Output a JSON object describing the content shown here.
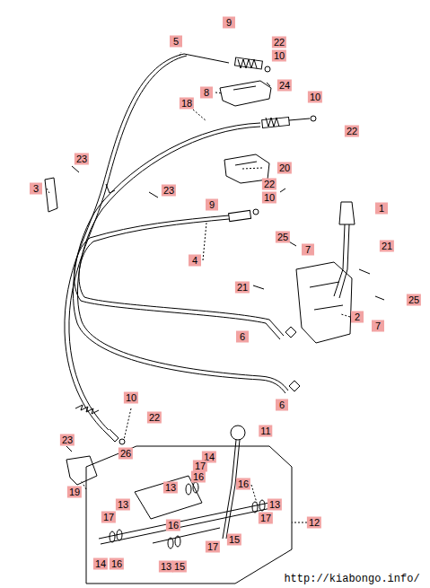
{
  "diagram": {
    "labels": [
      "9",
      "22",
      "5",
      "10",
      "8",
      "24",
      "10",
      "18",
      "22",
      "23",
      "20",
      "3",
      "23",
      "22",
      "9",
      "10",
      "1",
      "4",
      "25",
      "7",
      "21",
      "21",
      "2",
      "25",
      "7",
      "6",
      "6",
      "10",
      "22",
      "11",
      "23",
      "26",
      "14",
      "17",
      "16",
      "13",
      "19",
      "16",
      "13",
      "17",
      "12",
      "13",
      "17",
      "16",
      "14",
      "16",
      "13",
      "15",
      "17",
      "15",
      "http://kiabongo.info/"
    ]
  }
}
